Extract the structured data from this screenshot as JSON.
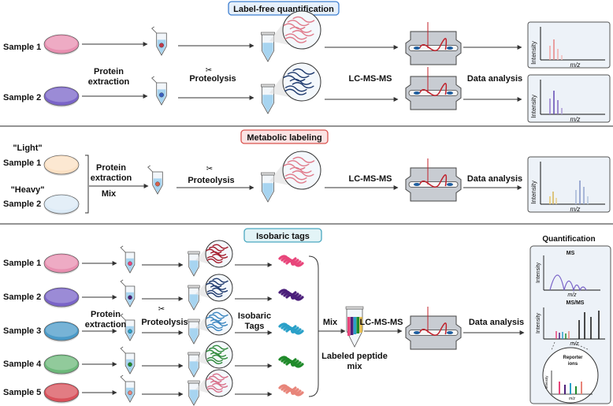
{
  "sections": {
    "label_free": {
      "title": "Label-free quantification",
      "title_bg": "#e6f0fb",
      "title_border": "#3f7fd0",
      "samples": [
        {
          "label": "Sample 1",
          "color": "#e88fb0"
        },
        {
          "label": "Sample 2",
          "color": "#7a64c8"
        }
      ],
      "protein_extraction": "Protein\nextraction",
      "proteolysis": "Proteolysis",
      "lcms": "LC-MS-MS",
      "data_analysis": "Data analysis"
    },
    "metabolic": {
      "title": "Metabolic labeling",
      "title_bg": "#fbe3e3",
      "title_border": "#d9534f",
      "light_label": "\"Light\"",
      "heavy_label": "\"Heavy\"",
      "samples": [
        {
          "label": "Sample 1",
          "color": "#fbe0c3"
        },
        {
          "label": "Sample 2",
          "color": "#dbeaf6"
        }
      ],
      "protein_extraction": "Protein\nextraction",
      "mix": "Mix",
      "proteolysis": "Proteolysis",
      "lcms": "LC-MS-MS",
      "data_analysis": "Data analysis"
    },
    "isobaric": {
      "title": "Isobaric tags",
      "title_bg": "#e3f4f7",
      "title_border": "#4aa8c0",
      "samples": [
        {
          "label": "Sample 1",
          "color": "#e88fb0",
          "peptide": "#a51e2d",
          "tag": "#e8457a"
        },
        {
          "label": "Sample 2",
          "color": "#7a64c8",
          "peptide": "#1f3a6e",
          "tag": "#4b1f7a"
        },
        {
          "label": "Sample 3",
          "color": "#4a9ac8",
          "peptide": "#3b86c0",
          "tag": "#2aa0c8"
        },
        {
          "label": "Sample 4",
          "color": "#6cb87a",
          "peptide": "#2f8a3a",
          "tag": "#1f8a2a"
        },
        {
          "label": "Sample 5",
          "color": "#d9505a",
          "peptide": "#d9708a",
          "tag": "#e8857a"
        }
      ],
      "protein_extraction": "Protein\nextraction",
      "proteolysis": "Proteolysis",
      "isobaric_tags": "Isobaric\nTags",
      "mix": "Mix",
      "labeled_peptide_mix": "Labeled peptide\nmix",
      "lcms": "LC-MS-MS",
      "data_analysis": "Data analysis",
      "quantification": "Quantification",
      "ms": "MS",
      "msms": "MS/MS",
      "reporter_ions": "Reporter\nions"
    }
  },
  "axis": {
    "intensity": "Intensity",
    "mz": "m/z"
  },
  "colors": {
    "arrow": "#333333",
    "panel": "#edf2f8",
    "panel_border": "#555555",
    "separator": "#555555",
    "instrument": "#c8ccd2"
  }
}
